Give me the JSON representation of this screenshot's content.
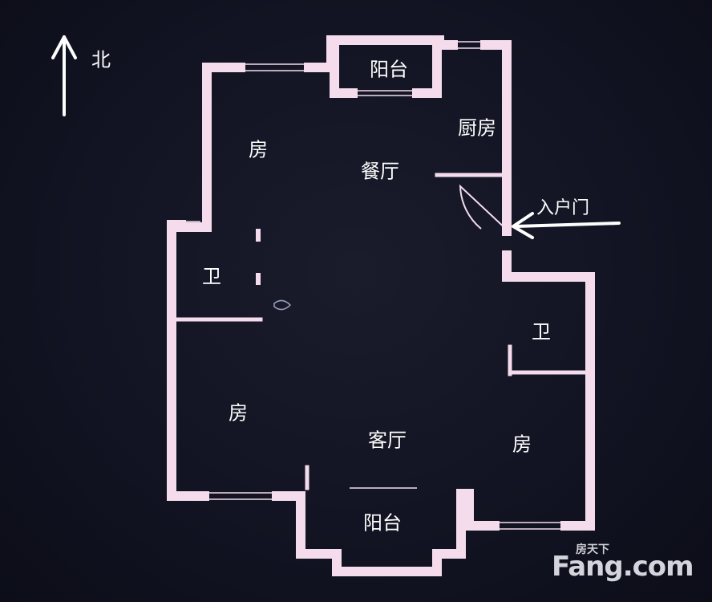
{
  "colors": {
    "wall": "#f4dcec",
    "window": "#f4dcec",
    "background": "#121423",
    "text": "#ffffff"
  },
  "compass": {
    "label": "北",
    "icon": "north-arrow-icon"
  },
  "rooms": [
    {
      "id": "balcony-north",
      "label": "阳台"
    },
    {
      "id": "kitchen",
      "label": "厨房"
    },
    {
      "id": "bedroom-northwest",
      "label": "房"
    },
    {
      "id": "dining-room",
      "label": "餐厅"
    },
    {
      "id": "bathroom-west",
      "label": "卫"
    },
    {
      "id": "bathroom-east",
      "label": "卫"
    },
    {
      "id": "bedroom-southwest",
      "label": "房"
    },
    {
      "id": "living-room",
      "label": "客厅"
    },
    {
      "id": "bedroom-southeast",
      "label": "房"
    },
    {
      "id": "balcony-south",
      "label": "阳台"
    }
  ],
  "entrance": {
    "label": "入户门",
    "icon": "entrance-arrow-icon"
  },
  "watermark": {
    "top": "房天下",
    "main": "Fang.com"
  }
}
